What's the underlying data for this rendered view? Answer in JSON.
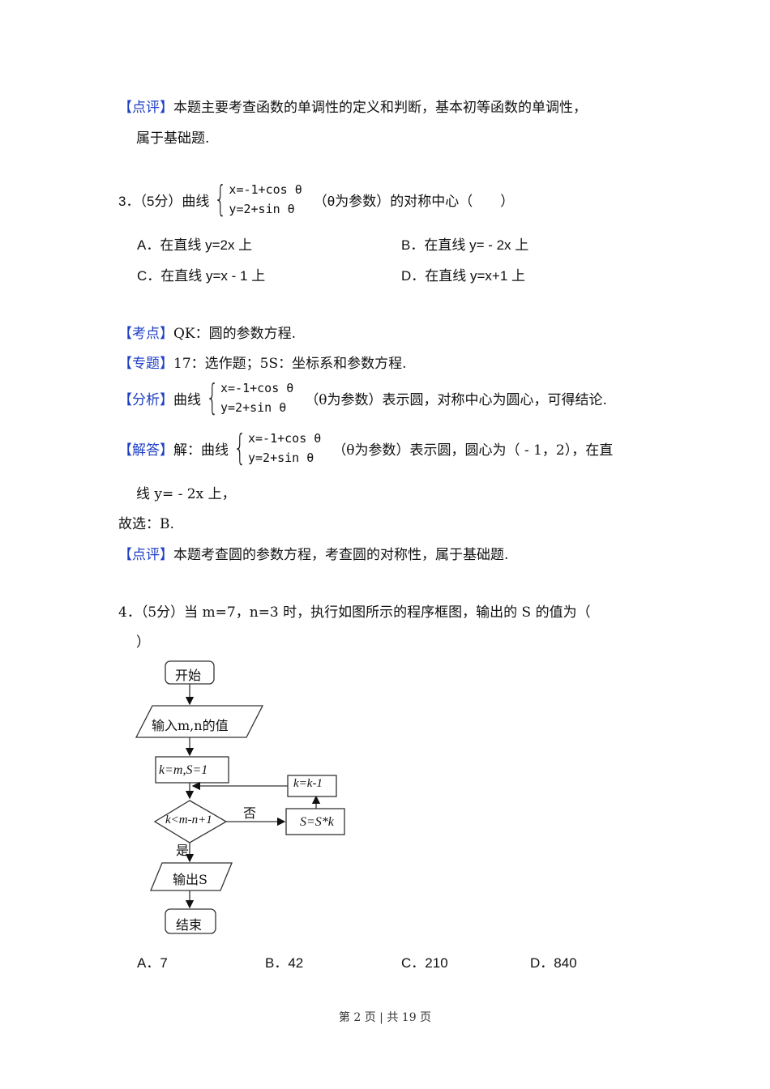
{
  "prev_comment": {
    "tag": "【点评】",
    "line1": "本题主要考查函数的单调性的定义和判断，基本初等函数的单调性，",
    "line2": "属于基础题."
  },
  "q3": {
    "prefix": "3．（5分）曲线",
    "eq1": "x=-1+cos θ",
    "eq2": "y=2+sin θ",
    "suffix": "（θ为参数）的对称中心（　　）",
    "options": [
      {
        "label": "A．",
        "text": "在直线 y=2x 上"
      },
      {
        "label": "B．",
        "text": "在直线 y= ‐ 2x 上"
      },
      {
        "label": "C．",
        "text": "在直线 y=x ‐ 1 上"
      },
      {
        "label": "D．",
        "text": "在直线 y=x+1 上"
      }
    ],
    "kaodian_tag": "【考点】",
    "kaodian": "QK：圆的参数方程.",
    "zhuanti_tag": "【专题】",
    "zhuanti": "17：选作题；5S：坐标系和参数方程.",
    "fenxi_tag": "【分析】",
    "fenxi_prefix": "曲线",
    "fenxi_suffix": "（θ为参数）表示圆，对称中心为圆心，可得结论.",
    "jieda_tag": "【解答】",
    "jieda_prefix": "解：曲线",
    "jieda_suffix": "（θ为参数）表示圆，圆心为（ ‐ 1，2），在直",
    "jieda_line2": "线 y= ‐ 2x 上，",
    "answer": "故选：B.",
    "dianping_tag": "【点评】",
    "dianping": "本题考查圆的参数方程，考查圆的对称性，属于基础题."
  },
  "q4": {
    "line1": "4．（5分）当 m=7，n=3 时，执行如图所示的程序框图，输出的 S 的值为（",
    "line2": "）",
    "flowchart": {
      "start": "开始",
      "input": "输入m,n的值",
      "init": "k=m,S=1",
      "condition": "k<m-n+1",
      "no_label": "否",
      "yes_label": "是",
      "multiply": "S=S*k",
      "decrement": "k=k-1",
      "output": "输出S",
      "end": "结束"
    },
    "options": [
      {
        "label": "A．",
        "text": "7"
      },
      {
        "label": "B．",
        "text": "42"
      },
      {
        "label": "C．",
        "text": "210"
      },
      {
        "label": "D．",
        "text": "840"
      }
    ]
  },
  "footer": {
    "text": "第 2 页 | 共 19 页"
  }
}
